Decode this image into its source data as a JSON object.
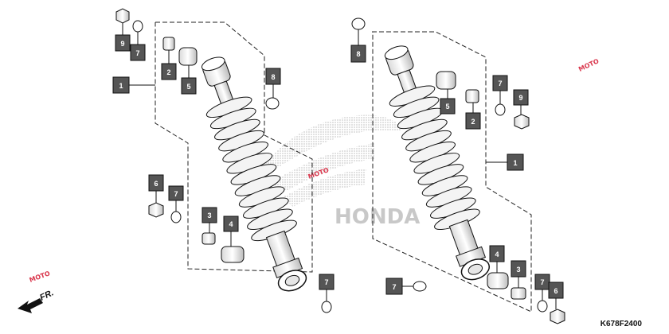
{
  "diagram": {
    "code": "K678F2400",
    "front_indicator": "FR.",
    "brand": "HONDA",
    "watermark": "MOTO",
    "callouts": [
      "9",
      "7",
      "2",
      "5",
      "1",
      "8",
      "6",
      "7",
      "3",
      "4",
      "7",
      "8",
      "5",
      "2",
      "7",
      "9",
      "1",
      "4",
      "3",
      "7",
      "7",
      "6"
    ]
  }
}
